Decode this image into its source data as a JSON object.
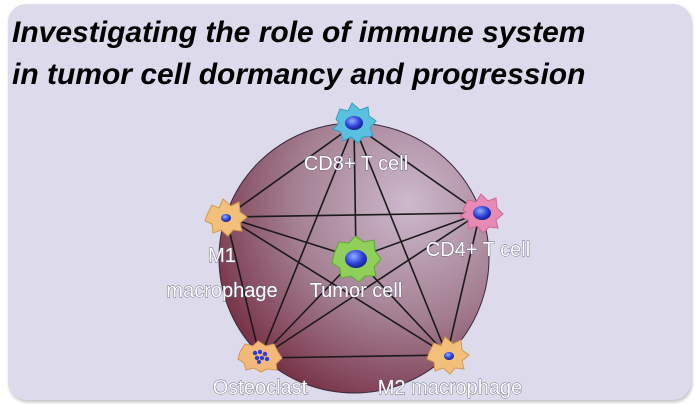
{
  "title": {
    "line1": "Investigating the role of immune system",
    "line2": "in tumor cell dormancy and progression"
  },
  "nodes": {
    "cd8": {
      "label": "CD8+ T cell",
      "icon": "cd8-t-cell-icon",
      "color": "#5bc0e0"
    },
    "cd4": {
      "label": "CD4+ T cell",
      "icon": "cd4-t-cell-icon",
      "color": "#e88bb4"
    },
    "m1": {
      "label_line1": "M1",
      "label_line2": "macrophage",
      "icon": "m1-macrophage-icon",
      "color": "#f2c07a"
    },
    "tumor": {
      "label": "Tumor cell",
      "icon": "tumor-cell-icon",
      "color": "#8fd05a"
    },
    "osteoclast": {
      "label": "Osteoclast",
      "icon": "osteoclast-icon",
      "color": "#f4b87a"
    },
    "m2": {
      "label": "M2 macrophage",
      "icon": "m2-macrophage-icon",
      "color": "#f2c07a"
    }
  },
  "colors": {
    "background": "#dcdaeb",
    "sphere_dark": "#7a2a3a",
    "sphere_light": "#c9b4c8",
    "nucleus": "#2b3fd6"
  }
}
